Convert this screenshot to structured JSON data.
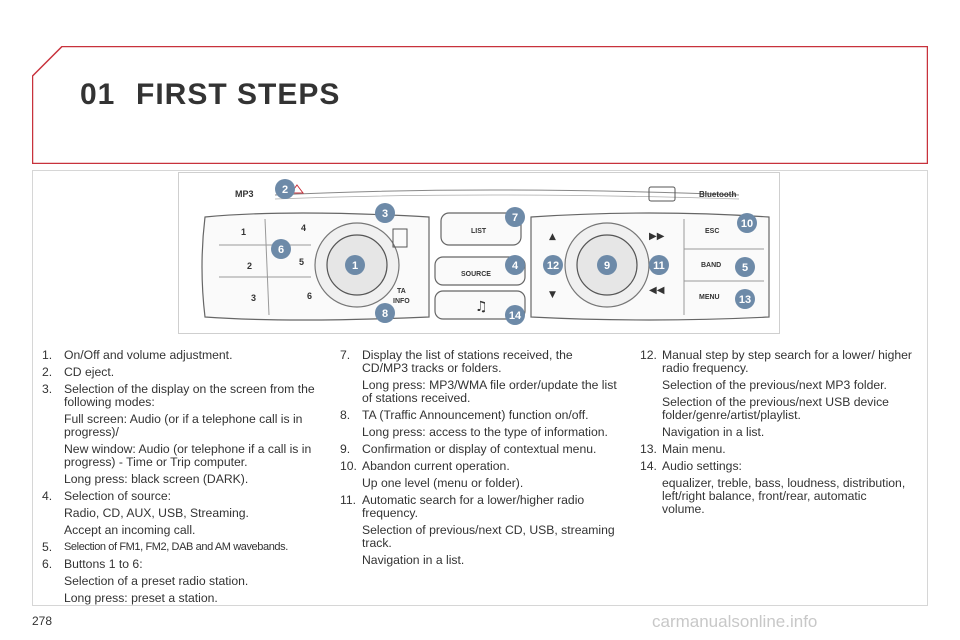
{
  "header": {
    "chapter_number": "01",
    "chapter_title": "FIRST STEPS"
  },
  "figure": {
    "labels": {
      "mp3": "MP3",
      "bluetooth": "Bluetooth",
      "list": "LIST",
      "source": "SOURCE",
      "ta": "TA",
      "info": "INFO",
      "esc": "ESC",
      "band": "BAND",
      "menu": "MENU",
      "preset_1": "1",
      "preset_2": "2",
      "preset_3": "3",
      "preset_4": "4",
      "preset_5": "5",
      "preset_6": "6"
    },
    "callouts": [
      "1",
      "2",
      "3",
      "4",
      "5",
      "6",
      "7",
      "8",
      "9",
      "10",
      "11",
      "12",
      "13",
      "14"
    ]
  },
  "column1": [
    {
      "num": "1.",
      "text": "On/Off and volume adjustment.",
      "subs": []
    },
    {
      "num": "2.",
      "text": "CD eject.",
      "subs": []
    },
    {
      "num": "3.",
      "text": "Selection of the display on the screen from the following modes:",
      "subs": [
        "Full screen: Audio (or if a telephone call is in progress)/",
        "New window: Audio (or telephone if a call is in progress) - Time or Trip computer.",
        "Long press: black screen (DARK)."
      ]
    },
    {
      "num": "4.",
      "text": "Selection of source:",
      "subs": [
        "Radio, CD, AUX, USB, Streaming.",
        "Accept an incoming call."
      ]
    },
    {
      "num": "5.",
      "text": "Selection of FM1, FM2, DAB and AM wavebands.",
      "subs": []
    },
    {
      "num": "6.",
      "text": "Buttons 1 to 6:",
      "subs": [
        "Selection of a preset radio station.",
        "Long press: preset a station."
      ]
    }
  ],
  "column2": [
    {
      "num": "7.",
      "text": "Display the list of stations received, the CD/MP3 tracks or folders.",
      "subs": [
        "Long press: MP3/WMA file order/update the list of stations received."
      ]
    },
    {
      "num": "8.",
      "text": "TA (Traffic Announcement) function on/off.",
      "subs": [
        "Long press: access to the type of information."
      ]
    },
    {
      "num": "9.",
      "text": "Confirmation or display of contextual menu.",
      "subs": []
    },
    {
      "num": "10.",
      "text": "Abandon current operation.",
      "subs": [
        "Up one level (menu or folder)."
      ]
    },
    {
      "num": "11.",
      "text": "Automatic search for a lower/higher radio frequency.",
      "subs": [
        "Selection of previous/next CD, USB, streaming track.",
        "Navigation in a list."
      ]
    }
  ],
  "column3": [
    {
      "num": "12.",
      "text": "Manual step by step search for a lower/ higher radio frequency.",
      "subs": [
        "Selection of the previous/next MP3 folder.",
        "Selection of the previous/next USB device folder/genre/artist/playlist.",
        "Navigation in a list."
      ]
    },
    {
      "num": "13.",
      "text": "Main menu.",
      "subs": []
    },
    {
      "num": "14.",
      "text": "Audio settings:",
      "subs": [
        "equalizer, treble, bass, loudness, distribution, left/right balance, front/rear, automatic volume."
      ]
    }
  ],
  "footer": {
    "page_number": "278",
    "watermark": "carmanualsonline.info"
  },
  "colors": {
    "accent": "#c8323c",
    "callout": "#6d8aa8"
  }
}
